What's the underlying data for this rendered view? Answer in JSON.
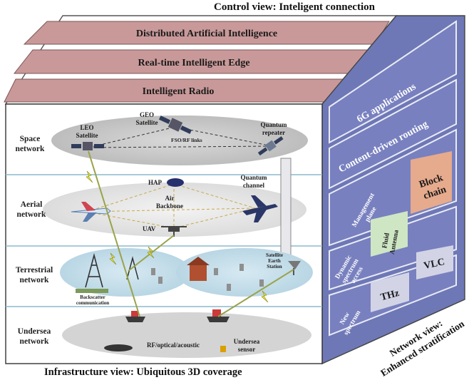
{
  "captions": {
    "top": "Control view: Inteligent connection",
    "bottom": "Infrastructure view: Ubiquitous 3D coverage",
    "side": [
      "Network view:",
      "Enhanced stratification"
    ]
  },
  "control_layers": [
    "Distributed Artificial Intelligence",
    "Real-time Intelligent Edge",
    "Intelligent Radio"
  ],
  "network_layers": {
    "top": [
      "6G applications",
      "Content-driven routing"
    ],
    "management_plane": [
      "Management",
      "plane"
    ],
    "block_chain": [
      "Block",
      "chain"
    ],
    "dynamic_spectrum_access": [
      "Dynamic",
      "spectrum",
      "access"
    ],
    "fluid_antenna": [
      "Fluid",
      "Antenna"
    ],
    "new_spectrum": [
      "New",
      "spectrum"
    ],
    "thz": "THz",
    "vlc": "VLC"
  },
  "rows": {
    "space": [
      "Space",
      "network"
    ],
    "aerial": [
      "Aerial",
      "network"
    ],
    "terrestrial": [
      "Terrestrial",
      "network"
    ],
    "undersea": [
      "Undersea",
      "network"
    ]
  },
  "nodes": {
    "leo": [
      "LEO",
      "Satellite"
    ],
    "geo": [
      "GEO",
      "Satellite"
    ],
    "quantum_repeater": [
      "Quantum",
      "repeater"
    ],
    "fso_rf": "FSO/RF links",
    "hap": "HAP",
    "quantum_channel": [
      "Quantum",
      "channel"
    ],
    "air_backbone": [
      "Air",
      "Backbone"
    ],
    "uav": "UAV",
    "satellite_earth_station": [
      "Satellite",
      "Earth",
      "Station"
    ],
    "backscatter": [
      "Backscatter",
      "communication"
    ],
    "rf_optical": "RF/optical/acoustic",
    "undersea_sensor": [
      "Undersea",
      "sensor"
    ]
  },
  "colors": {
    "pink": "#c9999a",
    "blue": "#6e78b6",
    "blue_light": "#8088c4",
    "block_chain": "#e6aa8c",
    "fluid_antenna": "#cfe6c4",
    "spec_box": "#d2d4e6"
  }
}
